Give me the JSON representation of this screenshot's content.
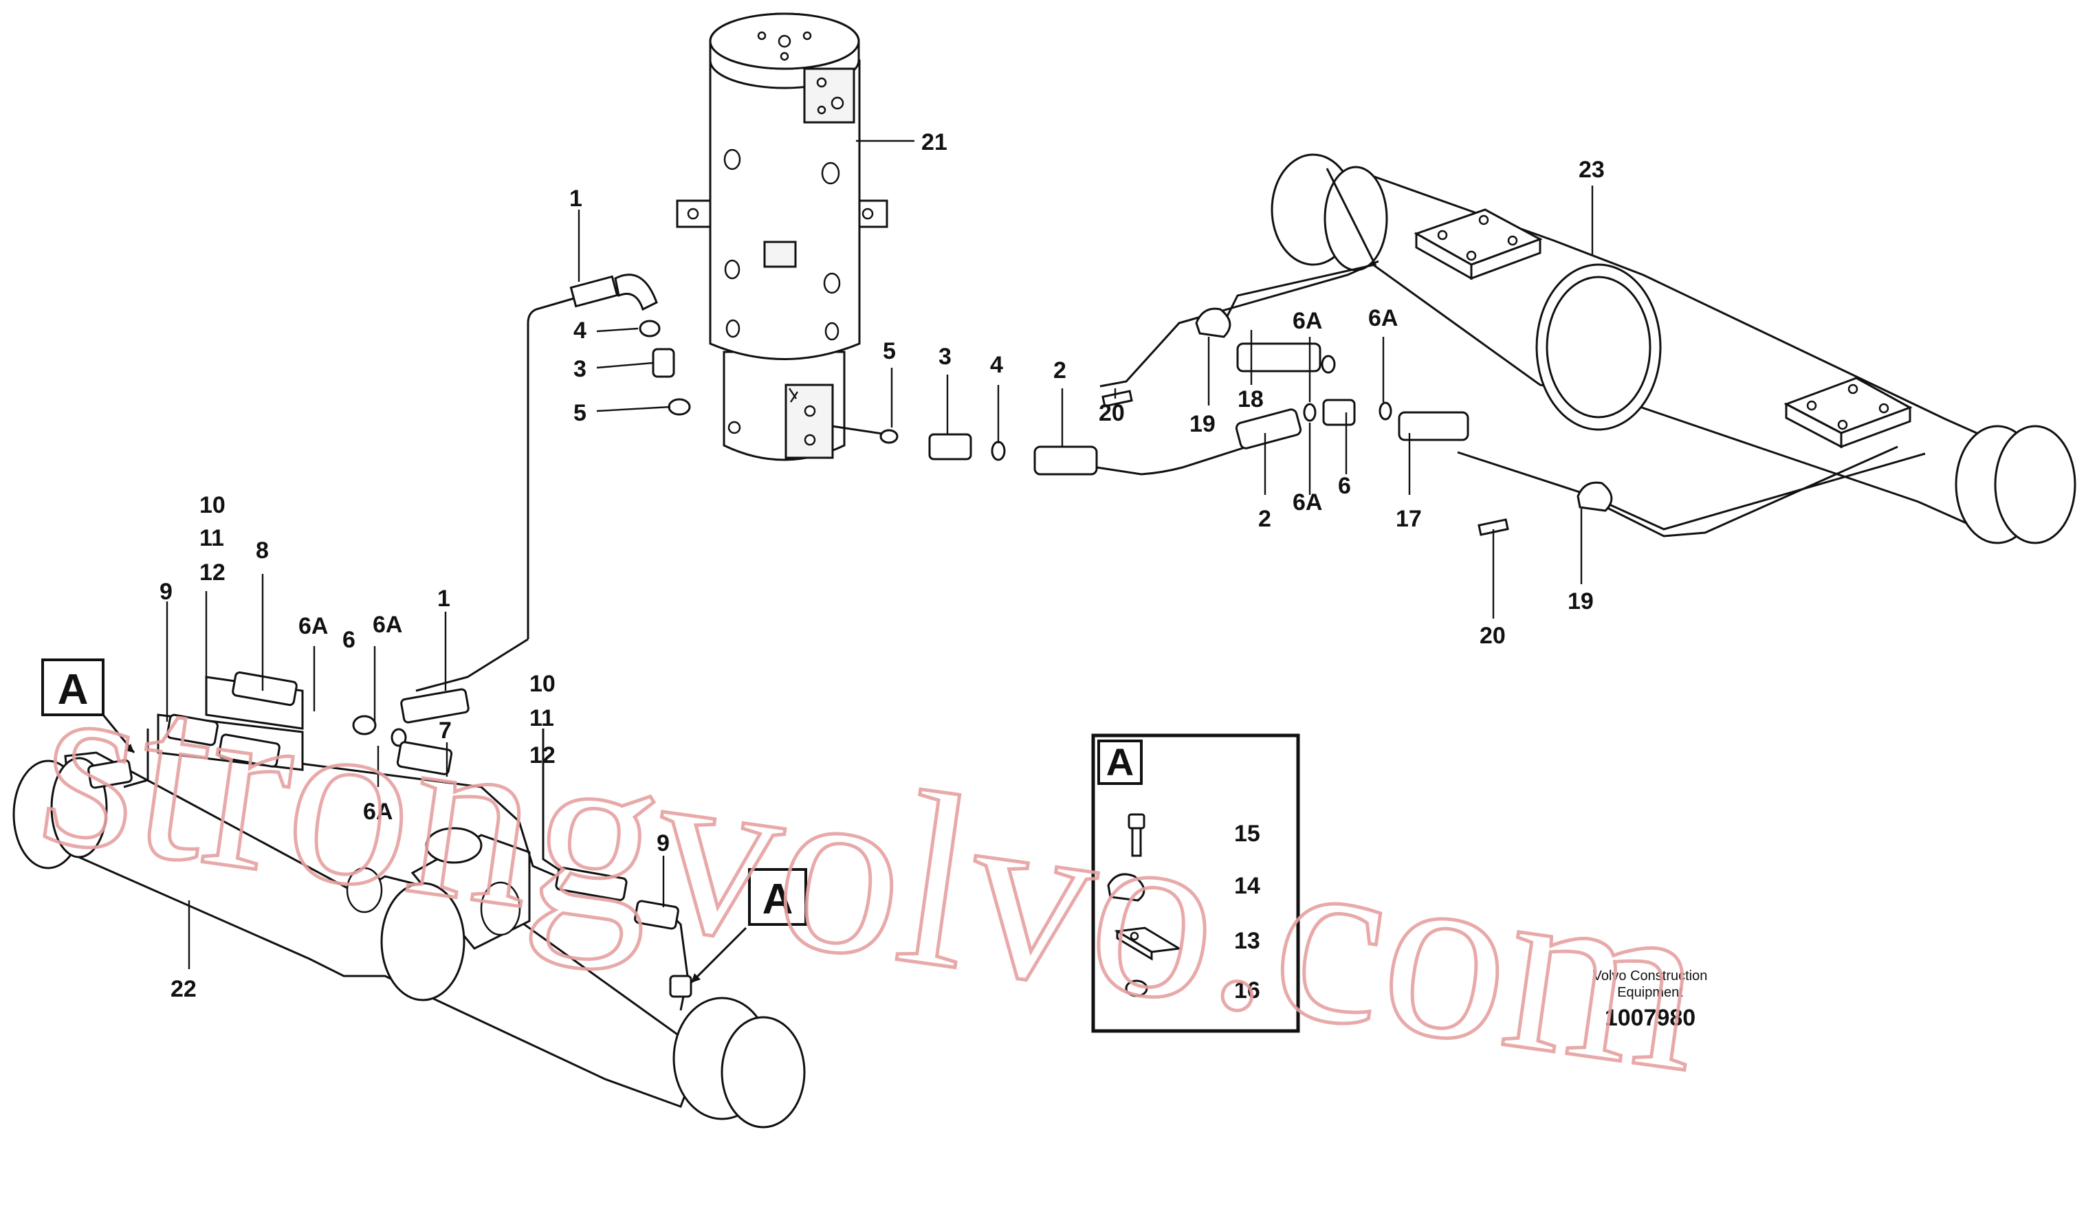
{
  "labels": {
    "l1a": "1",
    "l4a": "4",
    "l3a": "3",
    "l5a": "5",
    "l21": "21",
    "l23": "23",
    "l5b": "5",
    "l3b": "3",
    "l4b": "4",
    "l2a": "2",
    "l6a1": "6A",
    "l6a2": "6A",
    "l20a": "20",
    "l19a": "19",
    "l18": "18",
    "l2b": "2",
    "l6a3": "6A",
    "l6a": "6",
    "l17": "17",
    "l20b": "20",
    "l19b": "19",
    "l10a": "10",
    "l11a": "11",
    "l12a": "12",
    "l8": "8",
    "l9a": "9",
    "l6a4": "6A",
    "l6b": "6",
    "l6a5": "6A",
    "l1b": "1",
    "l7": "7",
    "l6a6": "6A",
    "l10b": "10",
    "l11b": "11",
    "l12b": "12",
    "l9b": "9",
    "l22": "22",
    "l15": "15",
    "l14": "14",
    "l13": "13",
    "l16": "16"
  },
  "callouts": {
    "a_left": "A",
    "a_mid": "A",
    "a_box": "A"
  },
  "footer": {
    "company_line1": "Volvo Construction",
    "company_line2": "Equipment",
    "drawing_number": "1007980"
  },
  "watermark": {
    "text": "strongvolvo.com",
    "color": "#e6a0a0"
  }
}
